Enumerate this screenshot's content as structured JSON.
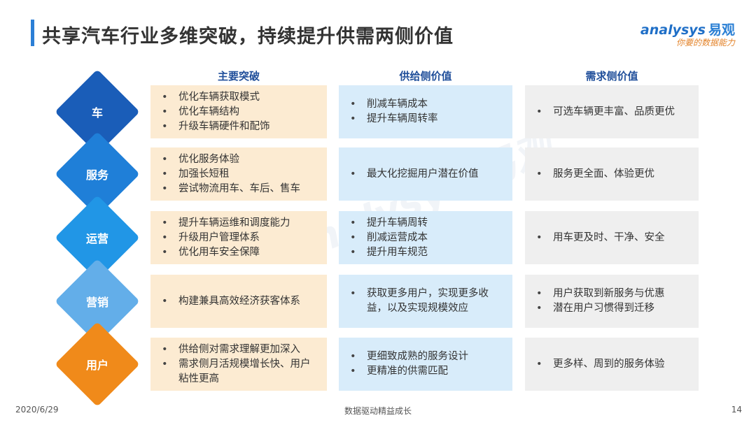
{
  "title": "共享汽车行业多维突破，持续提升供需两侧价值",
  "logo": {
    "brand": "analysys",
    "brand_cn": "易观",
    "tagline": "你要的数据能力"
  },
  "columns": [
    "主要突破",
    "供给侧价值",
    "需求侧价值"
  ],
  "rows": [
    {
      "label": "车",
      "color": "#1a5db8",
      "breakthrough": [
        "优化车辆获取模式",
        "优化车辆结构",
        "升级车辆硬件和配饰"
      ],
      "supply_value": [
        "削减车辆成本",
        "提升车辆周转率"
      ],
      "demand_value": [
        "可选车辆更丰富、品质更优"
      ]
    },
    {
      "label": "服务",
      "color": "#1f7fd8",
      "breakthrough": [
        "优化服务体验",
        "加强长短租",
        "尝试物流用车、车后、售车"
      ],
      "supply_value": [
        "最大化挖掘用户潜在价值"
      ],
      "demand_value": [
        "服务更全面、体验更优"
      ]
    },
    {
      "label": "运营",
      "color": "#2196e6",
      "breakthrough": [
        "提升车辆运维和调度能力",
        "升级用户管理体系",
        "优化用车安全保障"
      ],
      "supply_value": [
        "提升车辆周转",
        "削减运营成本",
        "提升用车规范"
      ],
      "demand_value": [
        "用车更及时、干净、安全"
      ]
    },
    {
      "label": "营销",
      "color": "#63aee9",
      "breakthrough": [
        "构建兼具高效经济获客体系"
      ],
      "supply_value": [
        "获取更多用户，实现更多收益，以及实现规模效应"
      ],
      "demand_value": [
        "用户获取到新服务与优惠",
        "潜在用户习惯得到迁移"
      ]
    },
    {
      "label": "用户",
      "color": "#f08a1a",
      "breakthrough": [
        "供给侧对需求理解更加深入",
        "需求侧月活规模增长快、用户粘性更高"
      ],
      "supply_value": [
        "更细致成熟的服务设计",
        "更精准的供需匹配"
      ],
      "demand_value": [
        "更多样、周到的服务体验"
      ]
    }
  ],
  "footer": {
    "date": "2020/6/29",
    "slogan": "数据驱动精益成长",
    "page": "14"
  }
}
